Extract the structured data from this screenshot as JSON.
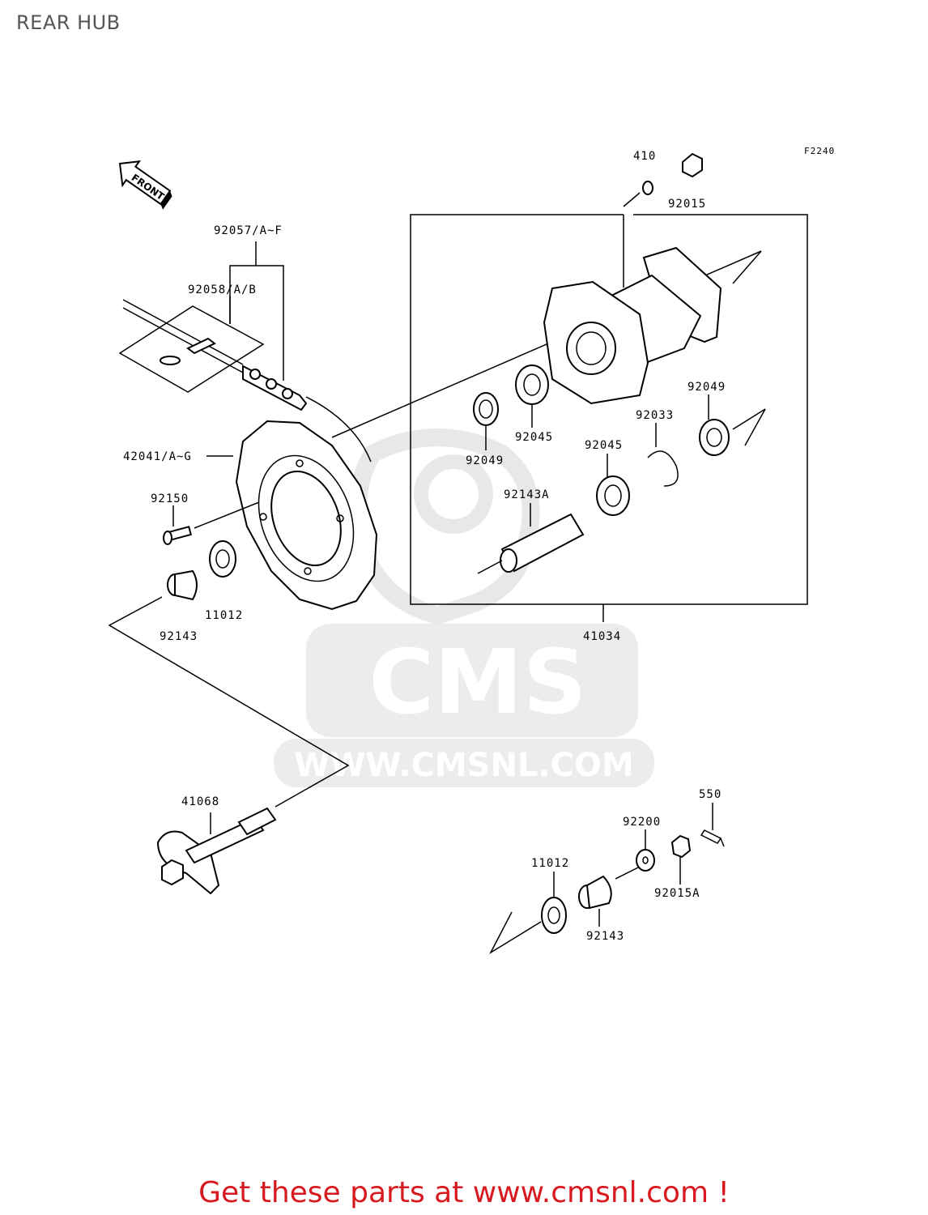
{
  "title": "REAR HUB",
  "figure_code": "F2240",
  "front_marker": "FRONT",
  "watermark": {
    "logo_text": "CMS",
    "url_text": "WWW.CMSNL.COM"
  },
  "parts": {
    "p410": "410",
    "p92015": "92015",
    "p92057": "92057/A~F",
    "p92058": "92058/A/B",
    "p42041": "42041/A~G",
    "p92150": "92150",
    "p11012_a": "11012",
    "p92143_a": "92143",
    "p41034": "41034",
    "p92049_a": "92049",
    "p92045_a": "92045",
    "p92049_b": "92049",
    "p92033": "92033",
    "p92045_b": "92045",
    "p92143A": "92143A",
    "p41068": "41068",
    "p550": "550",
    "p92200": "92200",
    "p11012_b": "11012",
    "p92015A": "92015A",
    "p92143_b": "92143"
  },
  "footer": {
    "link_text": "Get these parts at www.cmsnl.com !"
  },
  "colors": {
    "footer": "#d71920",
    "title": "#555555",
    "watermark": "#e6e6e6"
  }
}
